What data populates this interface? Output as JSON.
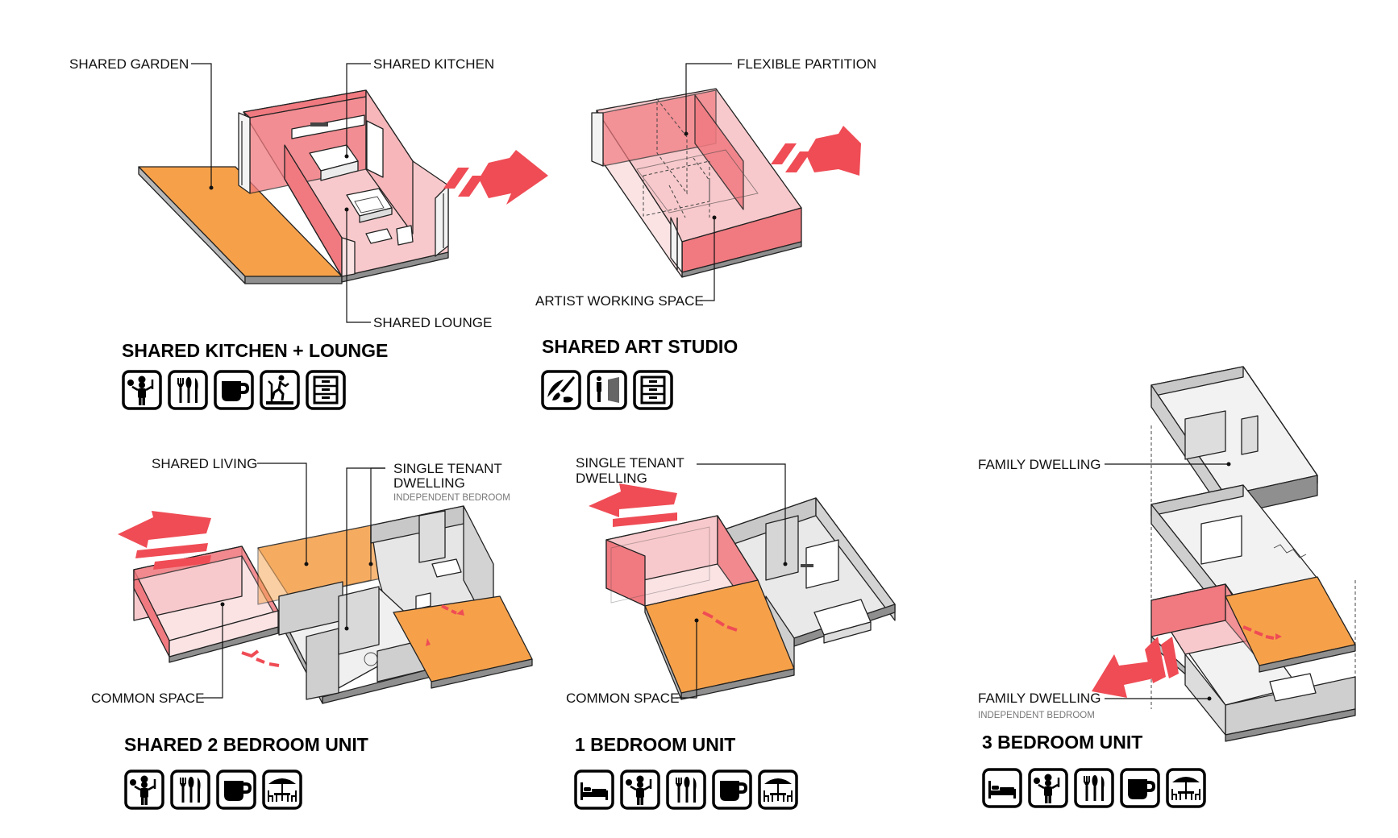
{
  "colors": {
    "red": "#f07a80",
    "pink": "#f8c9cc",
    "orange": "#f6a14a",
    "gray": "#d8d8d8",
    "arrow": "#ef4c55"
  },
  "kitchen_lounge": {
    "labels": {
      "garden": "SHARED GARDEN",
      "kitchen": "SHARED KITCHEN",
      "lounge": "SHARED LOUNGE"
    },
    "title": "SHARED KITCHEN + LOUNGE",
    "icons": [
      "chef-icon",
      "cutlery-icon",
      "mug-icon",
      "treadmill-icon",
      "cabinet-icon"
    ]
  },
  "art_studio": {
    "labels": {
      "partition": "FLEXIBLE PARTITION",
      "artist": "ARTIST WORKING SPACE"
    },
    "title": "SHARED ART STUDIO",
    "icons": [
      "palette-brush-icon",
      "gallery-icon",
      "cabinet-icon"
    ]
  },
  "shared_2br": {
    "labels": {
      "living": "SHARED LIVING",
      "single1": "SINGLE TENANT",
      "single2": "DWELLING",
      "independent": "INDEPENDENT BEDROOM",
      "common": "COMMON SPACE"
    },
    "title": "SHARED 2 BEDROOM UNIT",
    "icons": [
      "chef-icon",
      "cutlery-icon",
      "mug-icon",
      "patio-table-icon"
    ]
  },
  "one_br": {
    "labels": {
      "single1": "SINGLE TENANT",
      "single2": "DWELLING",
      "common": "COMMON SPACE"
    },
    "title": "1 BEDROOM UNIT",
    "icons": [
      "bed-icon",
      "chef-icon",
      "cutlery-icon",
      "mug-icon",
      "patio-table-icon"
    ]
  },
  "three_br": {
    "labels": {
      "family_top": "FAMILY DWELLING",
      "family_bottom": "FAMILY DWELLING",
      "independent": "INDEPENDENT BEDROOM"
    },
    "title": "3 BEDROOM UNIT",
    "icons": [
      "bed-icon",
      "chef-icon",
      "cutlery-icon",
      "mug-icon",
      "patio-table-icon"
    ]
  }
}
